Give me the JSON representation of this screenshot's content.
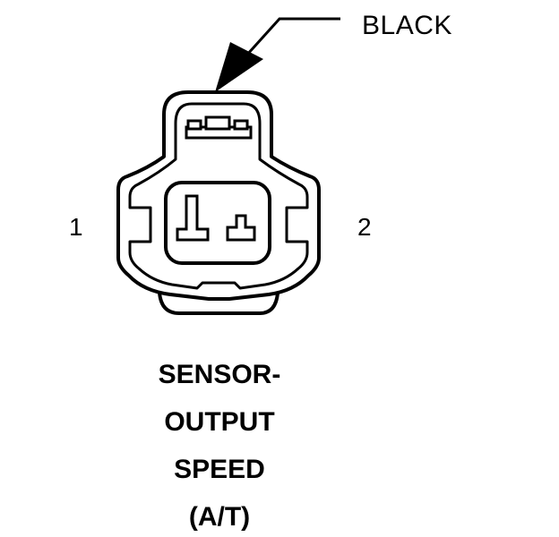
{
  "connector": {
    "color_label": "BLACK",
    "pin_labels": [
      "1",
      "2"
    ],
    "title_lines": [
      "SENSOR-",
      "OUTPUT",
      "SPEED",
      "(A/T)"
    ]
  },
  "colors": {
    "line": "#000000",
    "background": "#ffffff"
  }
}
